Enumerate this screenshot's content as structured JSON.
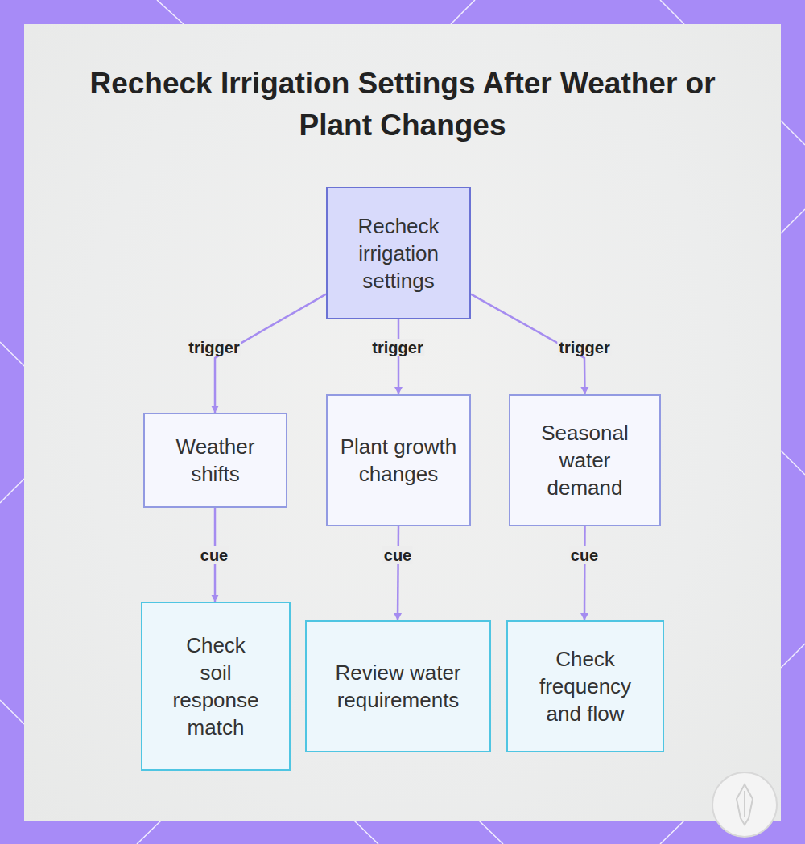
{
  "diagram": {
    "title": "Recheck Irrigation Settings After Weather or Plant Changes",
    "nodes": [
      {
        "text": [
          "Recheck irrigation settings"
        ]
      },
      {
        "text": [
          "Weather shifts"
        ]
      },
      {
        "text": [
          "Plant growth changes"
        ]
      },
      {
        "text": [
          "Seasonal water demand"
        ]
      },
      {
        "text": [
          "Check soil response match"
        ]
      },
      {
        "text": [
          "Review water requirements"
        ]
      },
      {
        "text": [
          "Check frequency and flow"
        ]
      }
    ],
    "edges": [
      {
        "from": 0,
        "to": 1,
        "label": "trigger",
        "arrow": "to"
      },
      {
        "from": 0,
        "to": 2,
        "label": "trigger",
        "arrow": "to"
      },
      {
        "from": 0,
        "to": 3,
        "label": "trigger",
        "arrow": "to"
      },
      {
        "from": 1,
        "to": 4,
        "label": "cue",
        "arrow": "to"
      },
      {
        "from": 2,
        "to": 5,
        "label": "cue",
        "arrow": "to"
      },
      {
        "from": 3,
        "to": 6,
        "label": "cue",
        "arrow": "to"
      }
    ]
  }
}
